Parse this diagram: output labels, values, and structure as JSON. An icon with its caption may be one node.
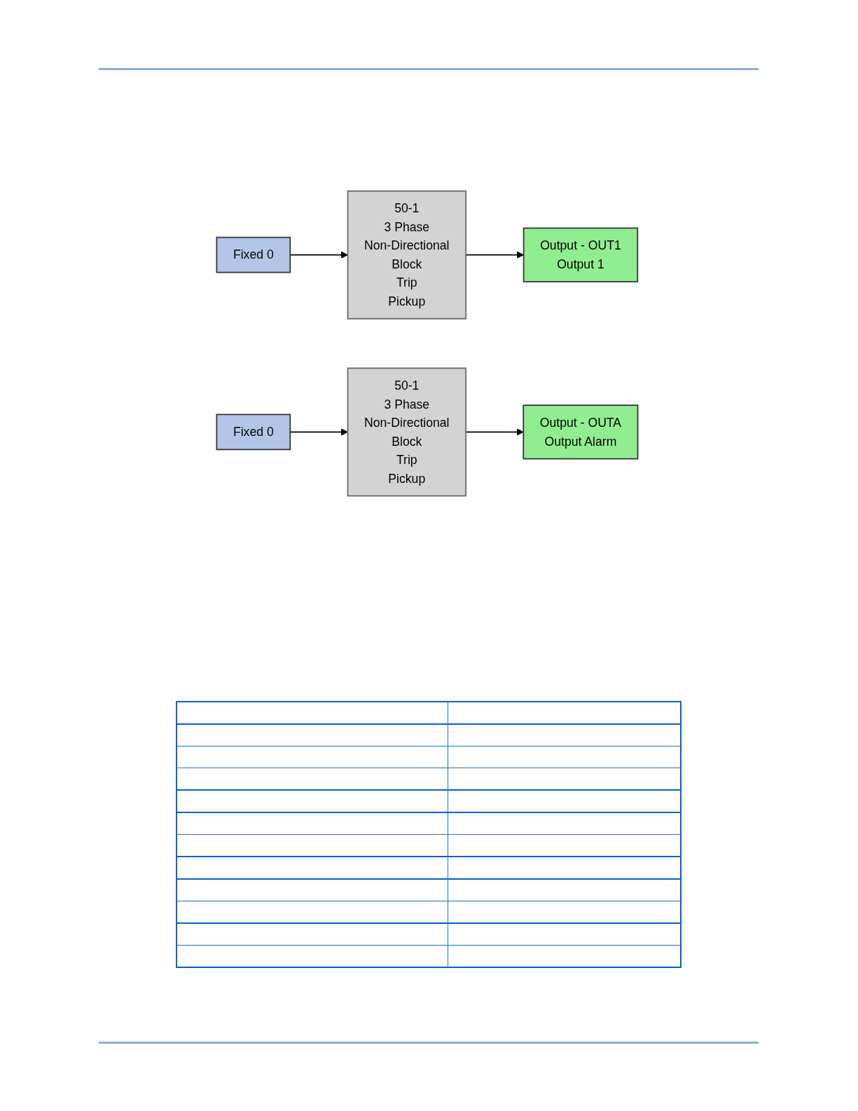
{
  "diagram": {
    "nodes": [
      {
        "text": [
          "Fixed 0"
        ]
      },
      {
        "text": [
          "50-1",
          "3 Phase",
          "Non-Directional",
          "Block",
          "Trip",
          "Pickup"
        ]
      },
      {
        "text": [
          "Output - OUT1",
          "Output 1"
        ]
      },
      {
        "text": [
          "Fixed 0"
        ]
      },
      {
        "text": [
          "50-1",
          "3 Phase",
          "Non-Directional",
          "Block",
          "Trip",
          "Pickup"
        ]
      },
      {
        "text": [
          "Output - OUTA",
          "Output Alarm"
        ]
      }
    ],
    "edges": [
      {
        "from": 0,
        "to": 1,
        "arrow": "to"
      },
      {
        "from": 1,
        "to": 2,
        "arrow": "to"
      },
      {
        "from": 3,
        "to": 4,
        "arrow": "to"
      },
      {
        "from": 4,
        "to": 5,
        "arrow": "to"
      }
    ]
  }
}
